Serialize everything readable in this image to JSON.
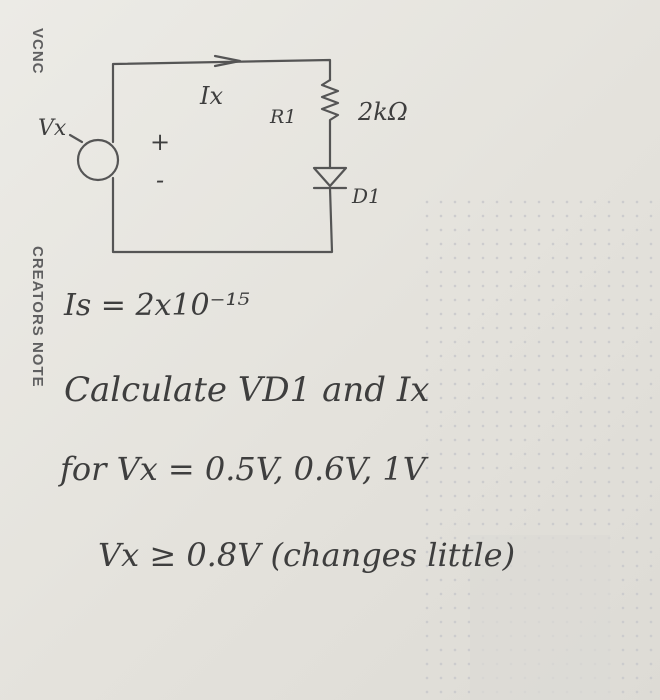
{
  "sidebar": {
    "top_label": "VCNC",
    "bottom_label": "CREATORS NOTE"
  },
  "circuit": {
    "source_label": "Vx",
    "plus_sign": "+",
    "minus_sign": "-",
    "current_label": "Ix",
    "resistor_name": "R1",
    "resistor_value": "2kΩ",
    "diode_name": "D1"
  },
  "notes": {
    "line1": "Is = 2x10⁻¹⁵",
    "line2": "Calculate VD1 and Ix",
    "line3": "for Vx = 0.5V, 0.6V, 1V",
    "line4": "Vx ≥ 0.8V (changes little)"
  }
}
